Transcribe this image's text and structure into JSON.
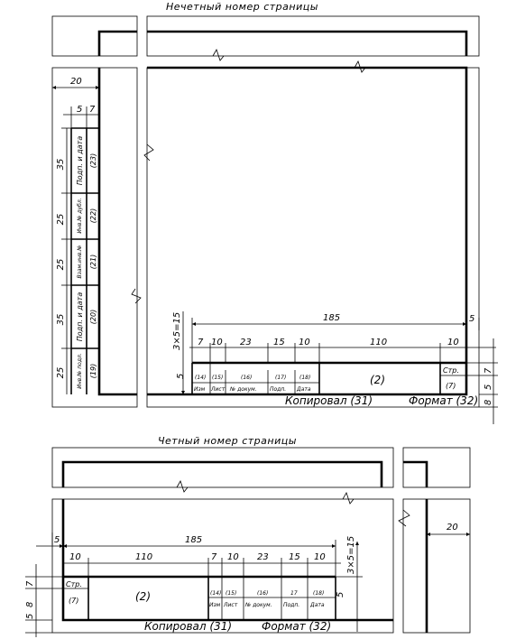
{
  "headings": {
    "odd": "Нечетный номер страницы",
    "even": "Четный номер страницы"
  },
  "odd": {
    "dims": {
      "d20": "20",
      "d5": "5",
      "d7": "7",
      "d35a": "35",
      "d25a": "25",
      "d25b": "25",
      "d35b": "35",
      "d25c": "25",
      "d185": "185",
      "d5r": "5",
      "d3x5": "3×5=15",
      "d7c": "7",
      "d10a": "10",
      "d23": "23",
      "d15": "15",
      "d10b": "10",
      "d110": "110",
      "d10c": "10",
      "d5l": "5",
      "d7r": "7",
      "d5b": "5",
      "d8b": "8"
    },
    "side_cells": {
      "c23_label": "Подп. и дата",
      "c23_num": "(23)",
      "c22_label": "Инв.№ дубл.",
      "c22_num": "(22)",
      "c21_label": "Взам.инв.№",
      "c21_num": "(21)",
      "c20_label": "Подп. и дата",
      "c20_num": "(20)",
      "c19_label": "Инв.№ подл.",
      "c19_num": "(19)"
    },
    "cells": {
      "n14": "(14)",
      "n15": "(15)",
      "n16": "(16)",
      "n17": "(17)",
      "n18": "(18)",
      "izm": "Изм",
      "list": "Лист",
      "nodoc": "№ докум.",
      "podp": "Подп.",
      "data": "Дата",
      "n2": "(2)",
      "str": "Стр.",
      "n7": "(7)"
    },
    "bottom": {
      "kopir": "Копировал (31)",
      "format": "Формат (32)"
    }
  },
  "even": {
    "dims": {
      "d5": "5",
      "d185": "185",
      "d10a": "10",
      "d110": "110",
      "d7": "7",
      "d10b": "10",
      "d23": "23",
      "d15": "15",
      "d10c": "10",
      "d3x5": "3×5=15",
      "d7l": "7",
      "d5l": "5",
      "d8l": "8",
      "d5r": "5",
      "d20": "20"
    },
    "cells": {
      "str": "Стр.",
      "n7": "(7)",
      "n2": "(2)",
      "n14": "(14)",
      "n15": "(15)",
      "n16": "(16)",
      "n17": "17",
      "n18": "(18)",
      "izm": "Изм",
      "list": "Лист",
      "nodoc": "№ докум.",
      "podp": "Подп.",
      "data": "Дата"
    },
    "bottom": {
      "kopir": "Копировал (31)",
      "format": "Формат (32)"
    }
  }
}
